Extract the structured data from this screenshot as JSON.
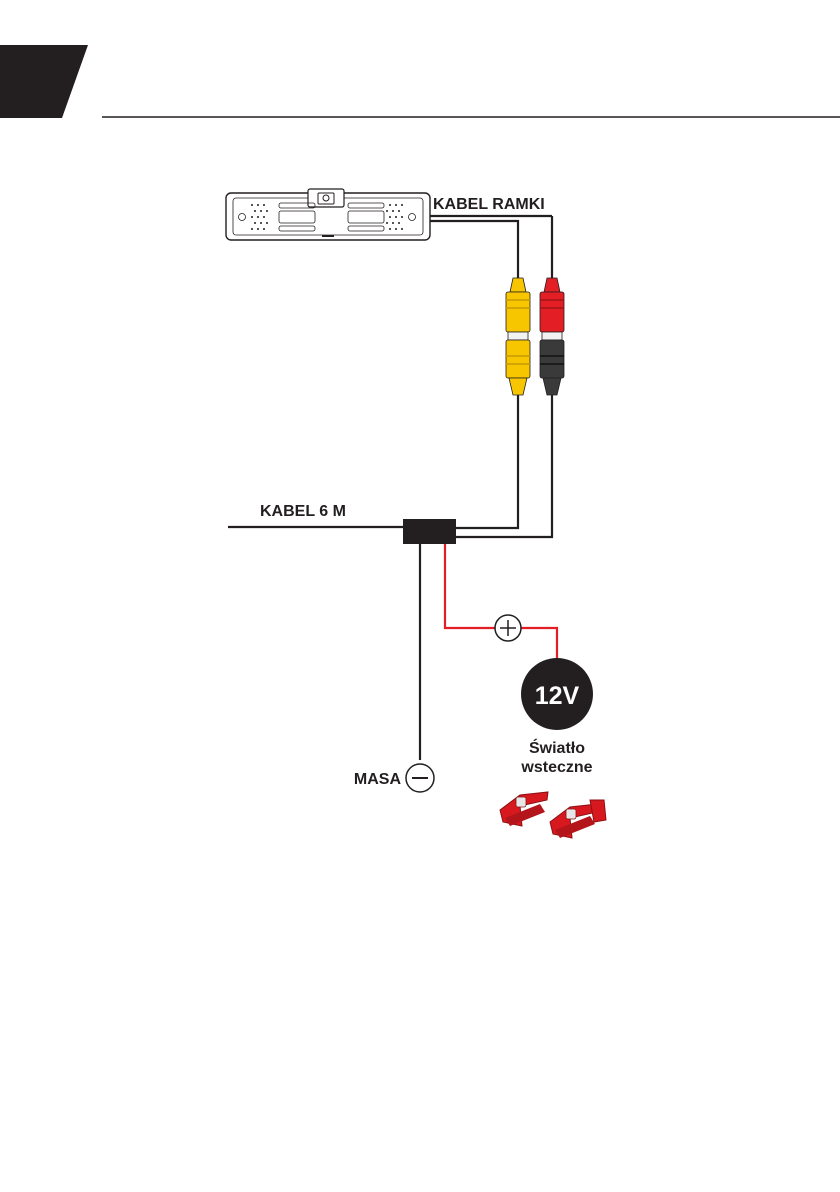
{
  "labels": {
    "frame_cable": "KABEL RAMKI",
    "main_cable": "KABEL 6 M",
    "ground": "MASA",
    "voltage": "12V",
    "reverse_light_line1": "Światło",
    "reverse_light_line2": "wsteczne"
  },
  "colors": {
    "wire_black": "#231f20",
    "wire_red": "#e31e24",
    "rca_yellow": "#f7c600",
    "rca_red": "#e31e24",
    "connector_red": "#d7191f",
    "tab_dark": "#231f20"
  },
  "icons": {
    "positive": "plus-circle-icon",
    "negative": "minus-circle-icon",
    "frame": "license-plate-frame-camera-icon",
    "splice": "wire-splice-connector-icon"
  }
}
